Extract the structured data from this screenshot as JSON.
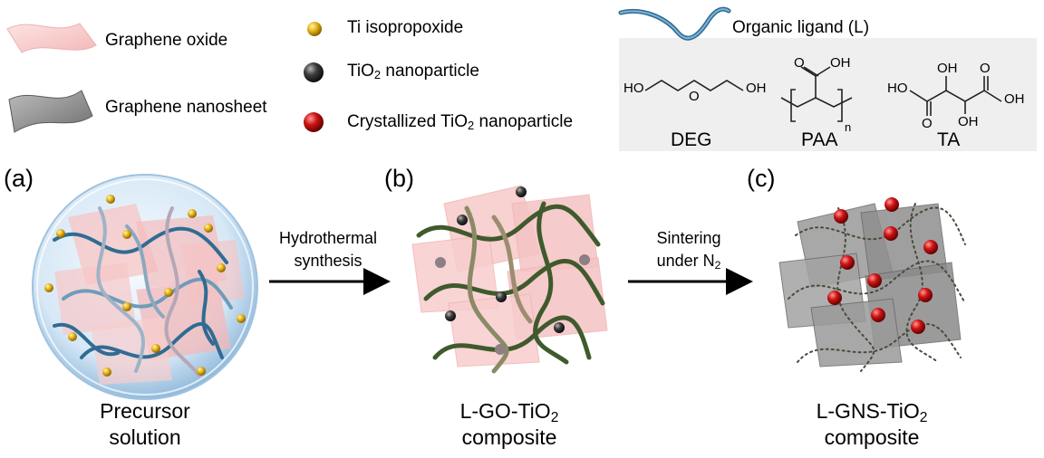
{
  "legend": {
    "graphene_oxide": "Graphene oxide",
    "graphene_nanosheet": "Graphene nanosheet",
    "ti_isopropoxide": "Ti isopropoxide",
    "tio2_np_prefix": "TiO",
    "tio2_np_sub": "2",
    "tio2_np_suffix": " nanoparticle",
    "cryst_prefix": "Crystallized TiO",
    "cryst_sub": "2",
    "cryst_suffix": " nanoparticle",
    "organic_ligand": "Organic ligand (L)"
  },
  "chemistry": {
    "deg_label": "DEG",
    "paa_label": "PAA",
    "ta_label": "TA",
    "ho": "HO",
    "oh": "OH",
    "o": "O",
    "n": "n"
  },
  "panels": {
    "a_letter": "(a)",
    "b_letter": "(b)",
    "c_letter": "(c)",
    "a_caption_line1": "Precursor",
    "a_caption_line2": "solution",
    "b_caption_prefix": "L-GO-TiO",
    "b_caption_sub": "2",
    "b_caption_line2": "composite",
    "c_caption_prefix": "L-GNS-TiO",
    "c_caption_sub": "2",
    "c_caption_line2": "composite"
  },
  "arrows": {
    "first_line1": "Hydrothermal",
    "first_line2": "synthesis",
    "second_line1": "Sintering",
    "second_line2_prefix": "under N",
    "second_line2_sub": "2"
  },
  "colors": {
    "graphene_oxide": "#f6c9c9",
    "graphene_nanosheet": "#8a8a8a",
    "ti_isopropoxide": "#e3b21b",
    "tio2_nanoparticle": "#3b3b3b",
    "crystallized_tio2": "#c81010",
    "organic_ligand": "#3b7fa6",
    "ligand_panel_b": "#3f5a2c",
    "chem_box": "#efefef"
  }
}
